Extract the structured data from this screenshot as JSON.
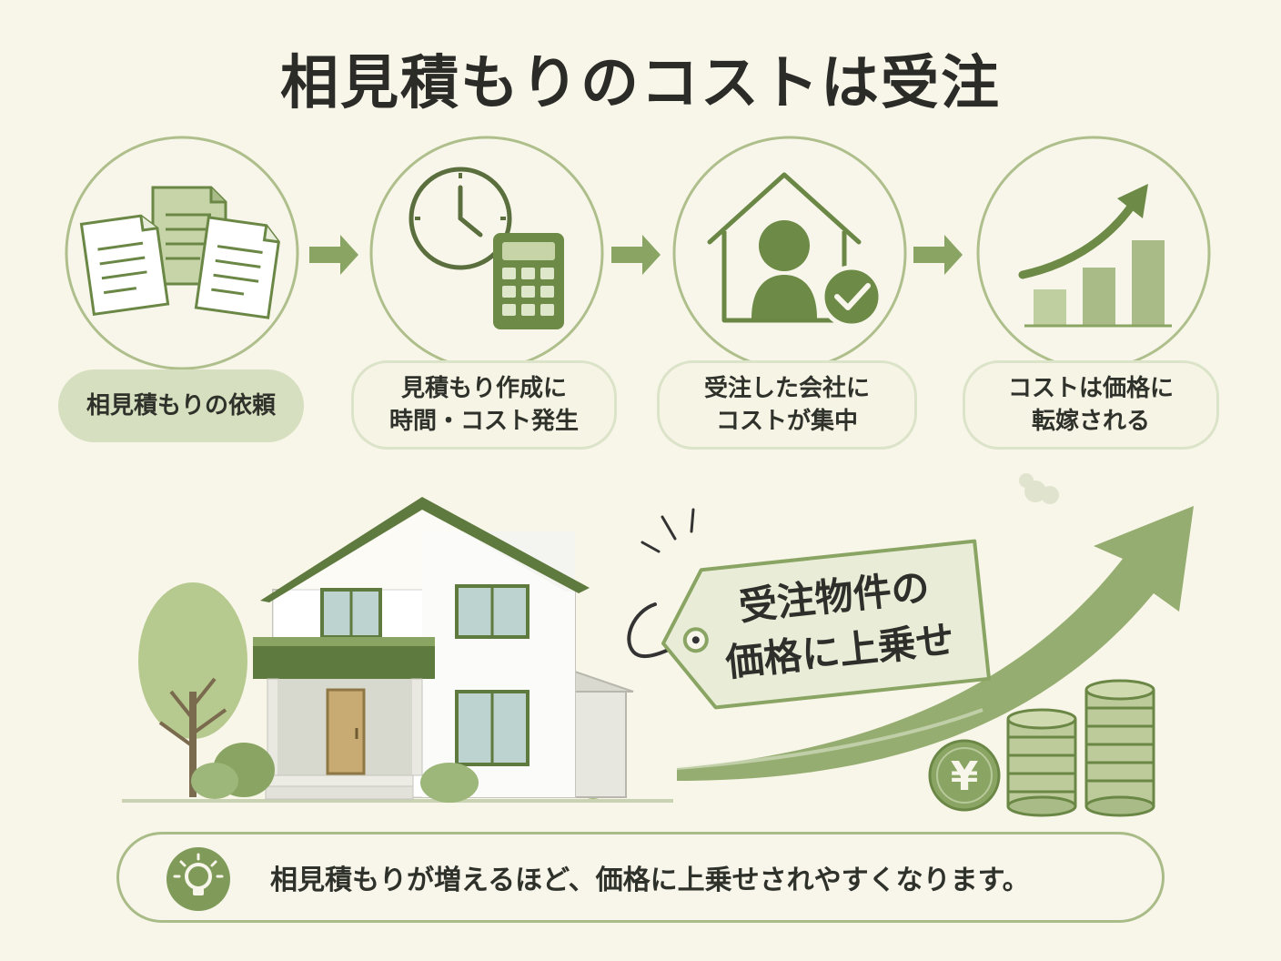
{
  "title": "相見積もりのコストは受注",
  "steps": [
    {
      "label": "相見積もりの依頼",
      "icon": "documents-icon"
    },
    {
      "label": "見積もり作成に\n時間・コスト発生",
      "icon": "clock-calculator-icon"
    },
    {
      "label": "受注した会社に\nコストが集中",
      "icon": "house-person-check-icon"
    },
    {
      "label": "コストは価格に\n転嫁される",
      "icon": "rising-bar-chart-icon"
    }
  ],
  "price_tag": {
    "text": "受注物件の\n価格に上乗せ"
  },
  "coin": {
    "symbol": "¥"
  },
  "tip": {
    "text": "相見積もりが増えるほど、価格に上乗せされやすくなります。",
    "icon": "lightbulb-icon"
  },
  "colors": {
    "background": "#f8f5e9",
    "accent_dark": "#6d8a47",
    "accent": "#87a262",
    "accent_light": "#bfcf9f",
    "label_fill": "#d6dfbf"
  }
}
